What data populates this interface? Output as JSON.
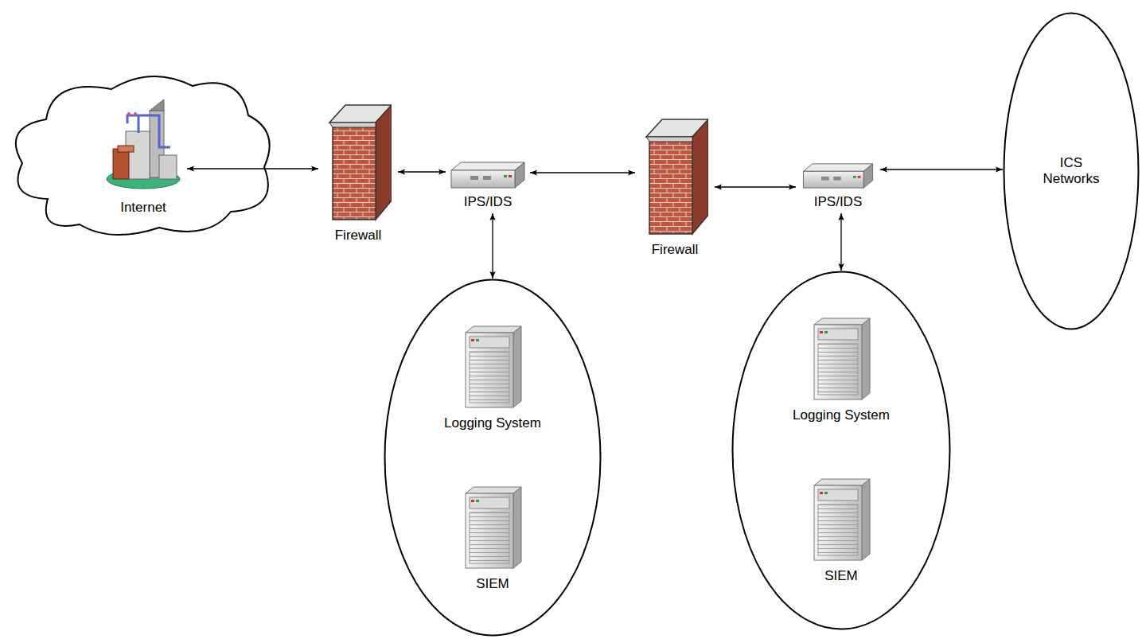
{
  "diagram": {
    "nodes": [
      {
        "text": [
          "Internet"
        ]
      },
      {
        "text": [
          "Firewall"
        ]
      },
      {
        "text": [
          "IPS/IDS"
        ]
      },
      {
        "text": []
      },
      {
        "text": [
          "Logging System"
        ],
        "in": 3
      },
      {
        "text": [
          "SIEM"
        ],
        "in": 3
      },
      {
        "text": [
          "Firewall"
        ]
      },
      {
        "text": [
          "IPS/IDS"
        ]
      },
      {
        "text": []
      },
      {
        "text": [
          "Logging System"
        ],
        "in": 8
      },
      {
        "text": [
          "SIEM"
        ],
        "in": 8
      },
      {
        "text": [
          "ICS Networks"
        ]
      }
    ],
    "edges": [
      {
        "from": 0,
        "to": 1,
        "arrow": "both"
      },
      {
        "from": 1,
        "to": 2,
        "arrow": "both"
      },
      {
        "from": 2,
        "to": 3,
        "arrow": "both"
      },
      {
        "from": 2,
        "to": 6,
        "arrow": "both"
      },
      {
        "from": 6,
        "to": 7,
        "arrow": "both"
      },
      {
        "from": 7,
        "to": 8,
        "arrow": "both"
      },
      {
        "from": 7,
        "to": 11,
        "arrow": "both"
      }
    ]
  }
}
